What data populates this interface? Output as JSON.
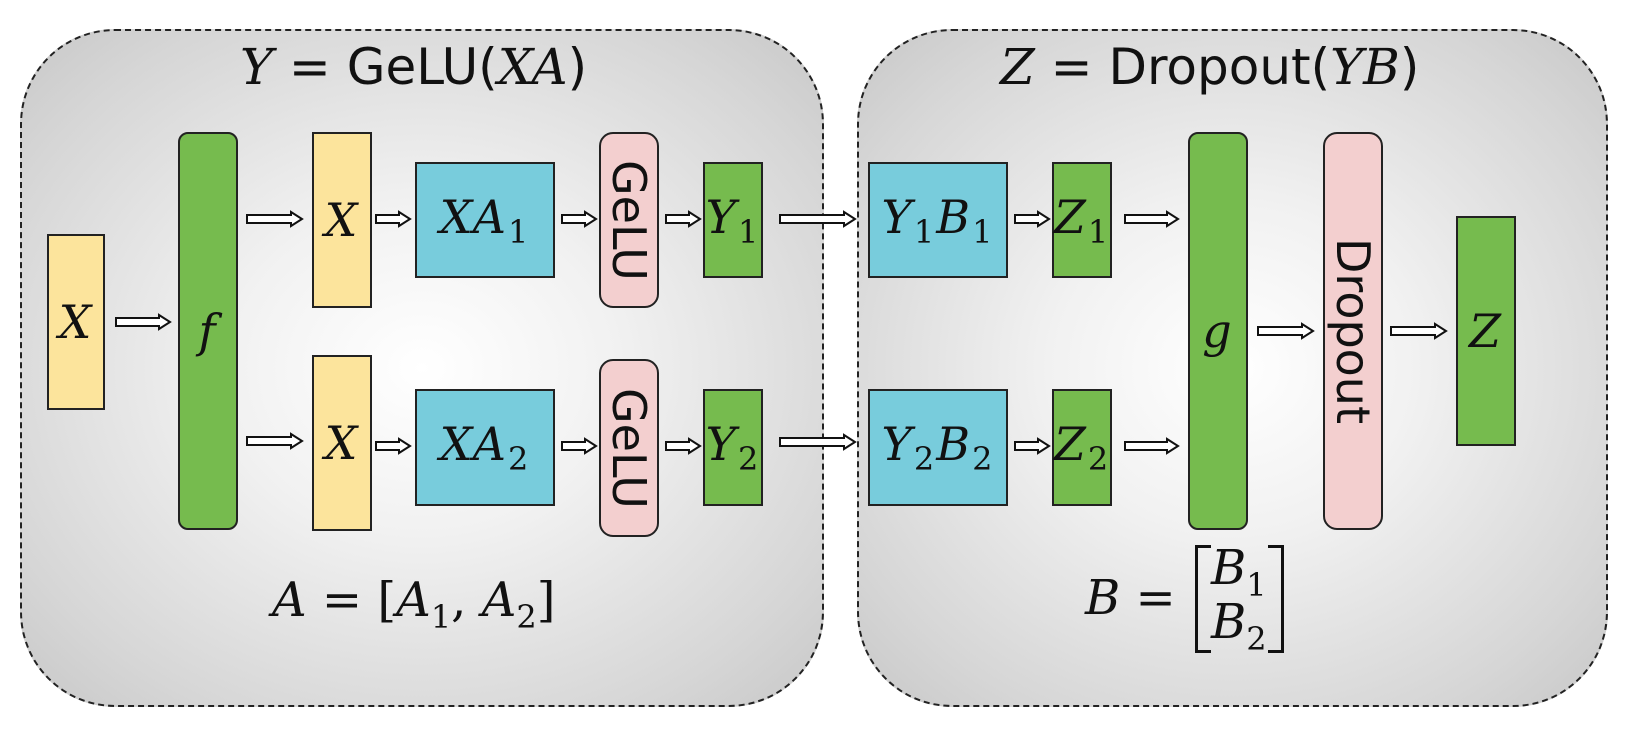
{
  "left_panel": {
    "title_var": "Y",
    "title_eq": " = ",
    "title_fn": "GeLU(",
    "title_arg": "XA",
    "title_close": ")",
    "input": "X",
    "split_fn": "f",
    "branch1": {
      "input": "X",
      "matmul": "XA",
      "matmul_sub": "1",
      "activation": "GeLU",
      "output": "Y",
      "output_sub": "1"
    },
    "branch2": {
      "input": "X",
      "matmul": "XA",
      "matmul_sub": "2",
      "activation": "GeLU",
      "output": "Y",
      "output_sub": "2"
    },
    "formula": {
      "lhs": "A",
      "eq": " = [",
      "a1": "A",
      "a1_sub": "1",
      "comma": ", ",
      "a2": "A",
      "a2_sub": "2",
      "close": "]"
    }
  },
  "right_panel": {
    "title_var": "Z",
    "title_eq": " = ",
    "title_fn": "Dropout(",
    "title_arg": "YB",
    "title_close": ")",
    "branch1": {
      "y": "Y",
      "y_sub": "1",
      "b": "B",
      "b_sub": "1",
      "output": "Z",
      "output_sub": "1"
    },
    "branch2": {
      "y": "Y",
      "y_sub": "2",
      "b": "B",
      "b_sub": "2",
      "output": "Z",
      "output_sub": "2"
    },
    "merge_fn": "g",
    "dropout": "Dropout",
    "output": "Z",
    "formula": {
      "lhs": "B",
      "eq": " = ",
      "b1": "B",
      "b1_sub": "1",
      "b2": "B",
      "b2_sub": "2"
    }
  },
  "colors": {
    "input_yellow": "#fce49c",
    "tensor_green": "#76bb4e",
    "matmul_blue": "#78ccdc",
    "activation_pink": "#f3cfcf"
  }
}
